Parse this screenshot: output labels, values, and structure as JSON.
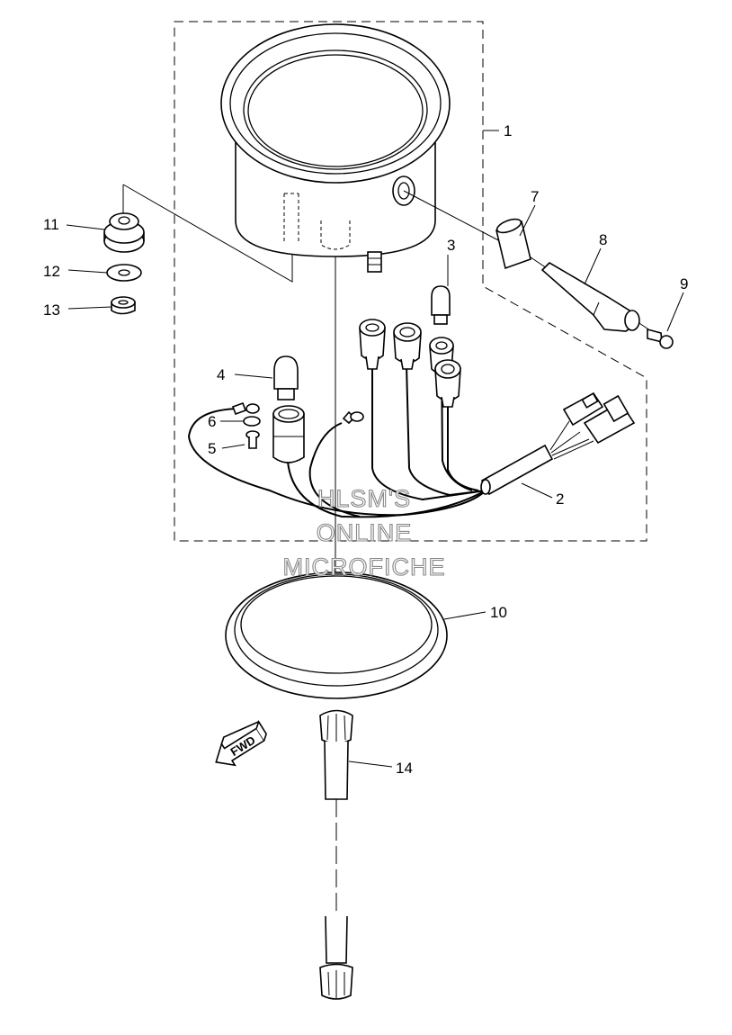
{
  "callouts": {
    "p1": "1",
    "p2": "2",
    "p3": "3",
    "p4": "4",
    "p5": "5",
    "p6": "6",
    "p7": "7",
    "p8": "8",
    "p9": "9",
    "p10": "10",
    "p11": "11",
    "p12": "12",
    "p13": "13",
    "p14": "14"
  },
  "watermark": {
    "line1": "HLSM'S",
    "line2": "ONLINE",
    "line3": "MICROFICHE"
  },
  "direction_arrow": {
    "label": "FWD"
  }
}
